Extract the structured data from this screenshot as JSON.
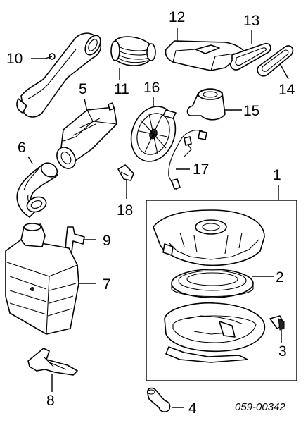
{
  "diagram": {
    "callouts": [
      {
        "id": "c1",
        "label": "1"
      },
      {
        "id": "c2",
        "label": "2"
      },
      {
        "id": "c3",
        "label": "3"
      },
      {
        "id": "c4",
        "label": "4"
      },
      {
        "id": "c5",
        "label": "5"
      },
      {
        "id": "c6",
        "label": "6"
      },
      {
        "id": "c7",
        "label": "7"
      },
      {
        "id": "c8",
        "label": "8"
      },
      {
        "id": "c9",
        "label": "9"
      },
      {
        "id": "c10",
        "label": "10"
      },
      {
        "id": "c11",
        "label": "11"
      },
      {
        "id": "c12",
        "label": "12"
      },
      {
        "id": "c13",
        "label": "13"
      },
      {
        "id": "c14",
        "label": "14"
      },
      {
        "id": "c15",
        "label": "15"
      },
      {
        "id": "c16",
        "label": "16"
      },
      {
        "id": "c17",
        "label": "17"
      },
      {
        "id": "c18",
        "label": "18"
      }
    ],
    "code": "059-00342"
  }
}
